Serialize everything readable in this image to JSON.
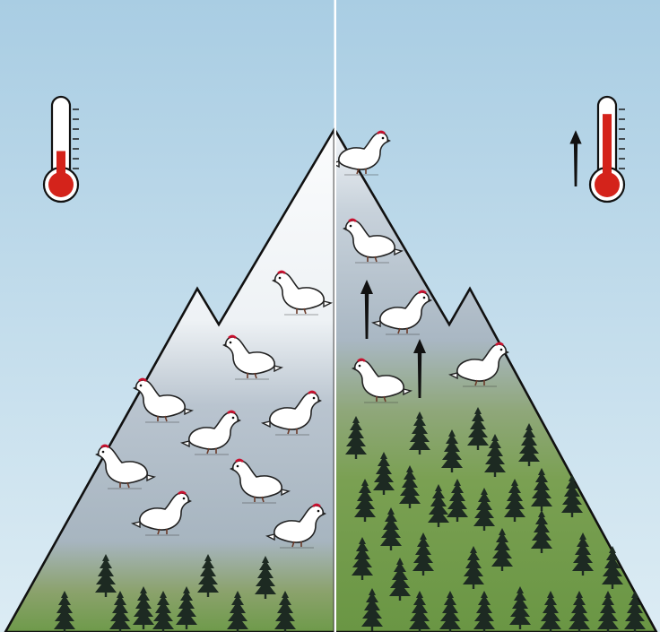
{
  "panels": [
    {
      "id": "present",
      "temperature_level": 0.42,
      "sky_color": "#cfe4ef",
      "snow_color": "#f6f8fa",
      "forest_color": "#6e9a4a"
    },
    {
      "id": "warmer",
      "temperature_level": 0.86,
      "sky_color": "#cfe4ef",
      "snow_color": "#f6f8fa",
      "forest_color": "#6e9a4a"
    }
  ],
  "colors": {
    "mercury": "#d4231b",
    "outline": "#111111",
    "divider": "#ffffff",
    "tree": "#1d2a22",
    "bird_body": "#ffffff",
    "bird_wattle": "#c8102e"
  },
  "icons": [
    "thermometer-icon",
    "up-arrow-icon",
    "ptarmigan-icon",
    "conifer-tree-icon"
  ]
}
